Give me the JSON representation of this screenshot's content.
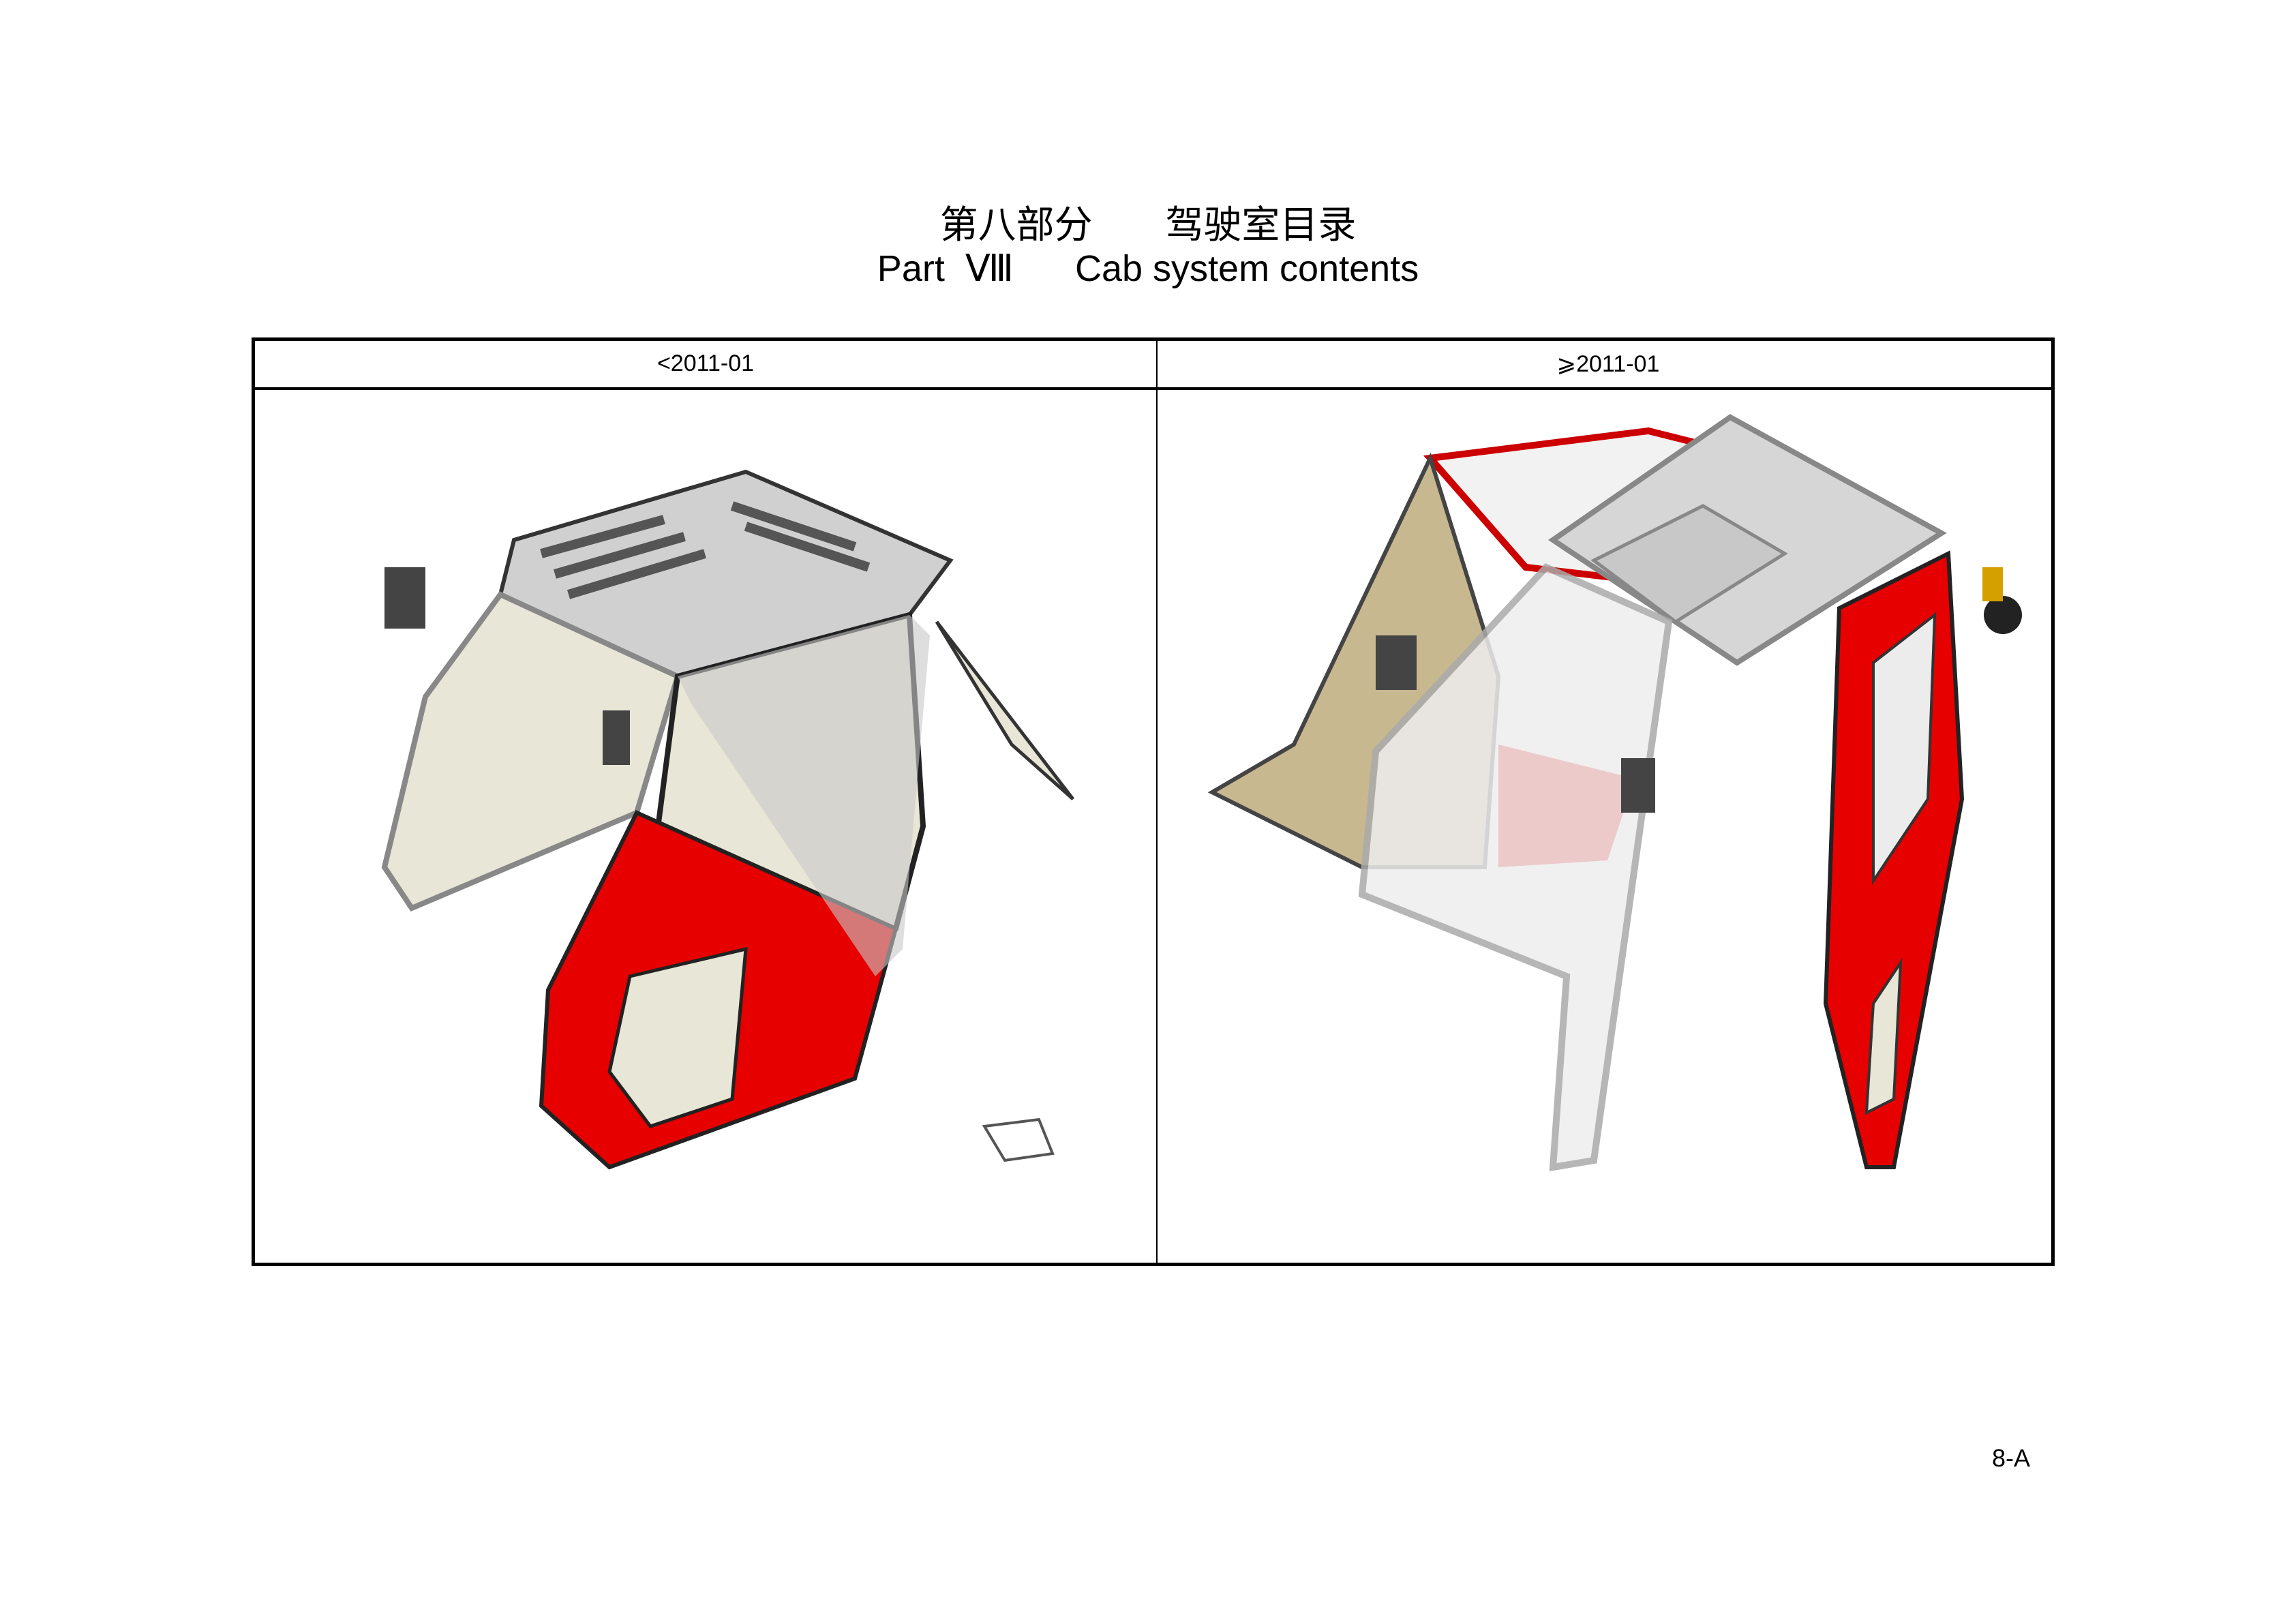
{
  "title": {
    "chinese": "第八部分      驾驶室目录",
    "english": "Part  Ⅷ      Cab system contents"
  },
  "table": {
    "columns": [
      {
        "header": "<2011-01",
        "image": "cab-illustration-before-2011"
      },
      {
        "header": "⩾2011-01",
        "image": "cab-illustration-from-2011"
      }
    ]
  },
  "page_number": "8-A",
  "colors": {
    "cab_red": "#e60000",
    "frame_grey": "#c8c8c8",
    "glass": "#e8e6d6"
  }
}
